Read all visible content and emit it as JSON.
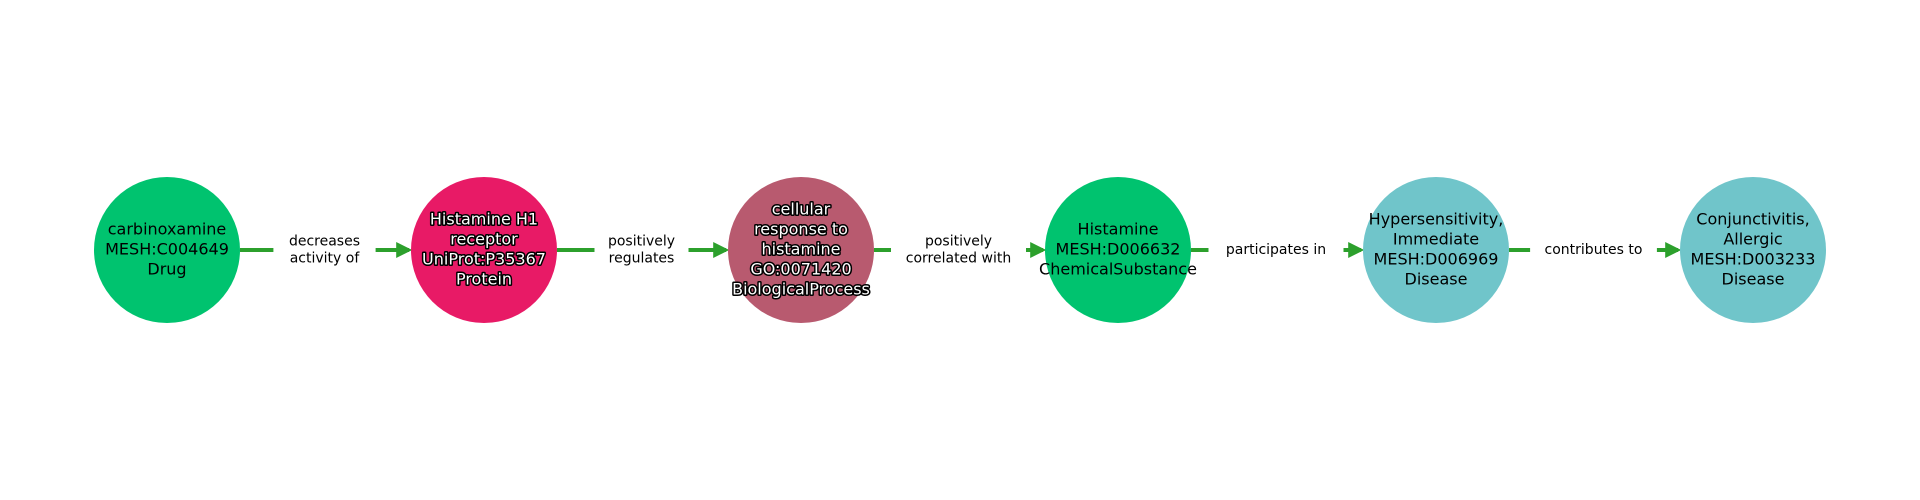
{
  "graph": {
    "edge_color": "#2ca02c",
    "nodes": [
      {
        "lines": [
          "carbinoxamine",
          "MESH:C004649",
          "Drug"
        ],
        "color": "#00c36f",
        "text_style": "dark"
      },
      {
        "lines": [
          "Histamine H1",
          "receptor",
          "UniProt:P35367",
          "Protein"
        ],
        "color": "#e81a66",
        "text_style": "light"
      },
      {
        "lines": [
          "cellular",
          "response to",
          "histamine",
          "GO:0071420",
          "BiologicalProcess"
        ],
        "color": "#b85a6f",
        "text_style": "light"
      },
      {
        "lines": [
          "Histamine",
          "MESH:D006632",
          "ChemicalSubstance"
        ],
        "color": "#00c36f",
        "text_style": "dark"
      },
      {
        "lines": [
          "Hypersensitivity,",
          "Immediate",
          "MESH:D006969",
          "Disease"
        ],
        "color": "#70c5ca",
        "text_style": "dark"
      },
      {
        "lines": [
          "Conjunctivitis,",
          "Allergic",
          "MESH:D003233",
          "Disease"
        ],
        "color": "#70c5ca",
        "text_style": "dark"
      }
    ],
    "edges": [
      {
        "source": 0,
        "target": 1,
        "lines": [
          "decreases",
          "activity of"
        ]
      },
      {
        "source": 1,
        "target": 2,
        "lines": [
          "positively",
          "regulates"
        ]
      },
      {
        "source": 2,
        "target": 3,
        "lines": [
          "positively",
          "correlated with"
        ]
      },
      {
        "source": 3,
        "target": 4,
        "lines": [
          "participates in"
        ]
      },
      {
        "source": 4,
        "target": 5,
        "lines": [
          "contributes to"
        ]
      }
    ]
  }
}
